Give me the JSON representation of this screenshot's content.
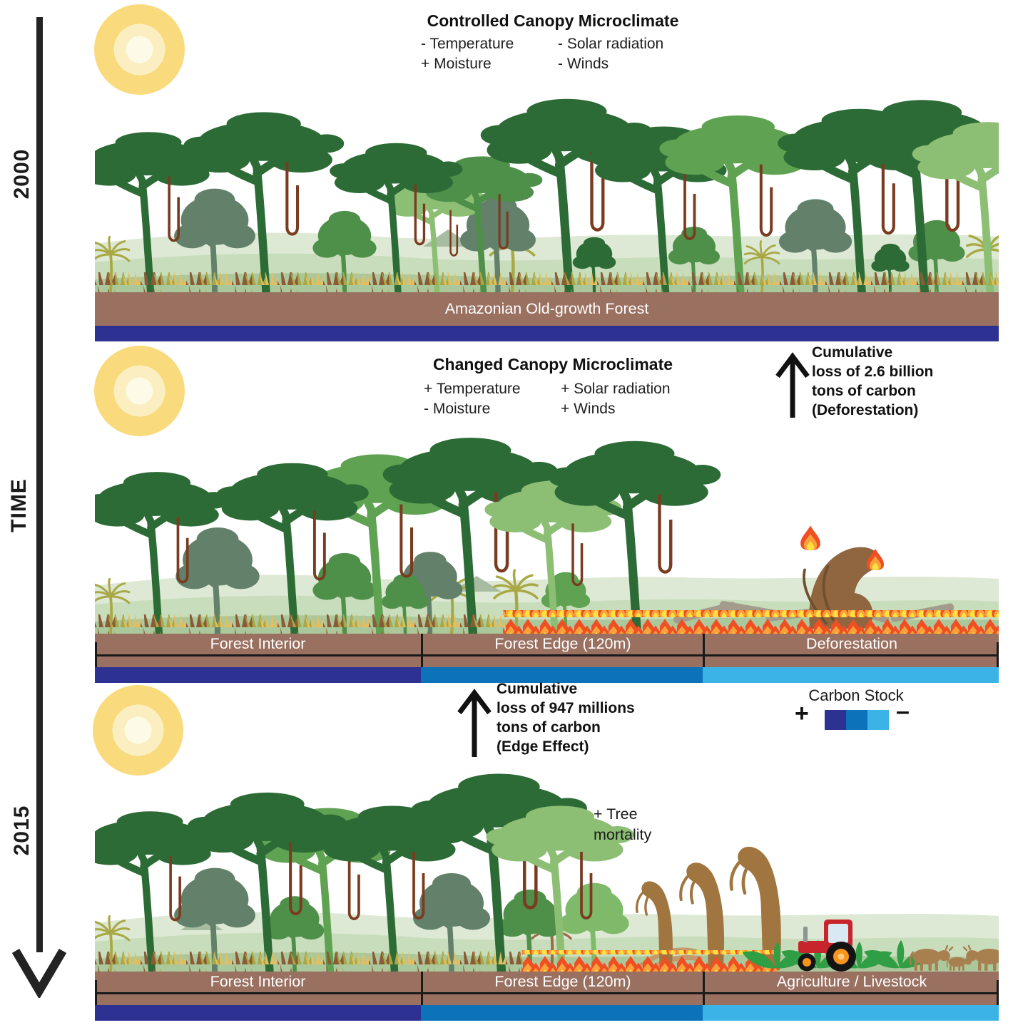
{
  "colors": {
    "carbon-high": "#2D3192",
    "carbon-mid": "#0C72BA",
    "carbon-low": "#3CB3E6",
    "ground-brown": "#9A7060"
  },
  "timeline": {
    "start_year": "2000",
    "axis_label": "TIME",
    "end_year": "2015"
  },
  "panel_2000": {
    "title": "Controlled Canopy Microclimate",
    "items": [
      "- Temperature",
      "- Solar radiation",
      "+ Moisture",
      "- Winds"
    ],
    "ground_label": "Amazonian Old-growth Forest"
  },
  "panel_middle": {
    "title": "Changed Canopy Microclimate",
    "items": [
      "+ Temperature",
      "+ Solar radiation",
      "- Moisture",
      "+ Winds"
    ],
    "deforestation_note": [
      "Cumulative",
      "loss of 2.6 billion",
      "tons of carbon",
      "(Deforestation)"
    ],
    "sections": [
      "Forest Interior",
      "Forest Edge (120m)",
      "Deforestation"
    ]
  },
  "edge_effect_note": [
    "Cumulative",
    "loss of 947 millions",
    "tons of carbon",
    "(Edge Effect)"
  ],
  "carbon_stock_legend": {
    "title": "Carbon Stock",
    "more_symbol": "+",
    "less_symbol": "–"
  },
  "panel_2015": {
    "tree_mortality_note": [
      "+ Tree",
      "mortality"
    ],
    "sections": [
      "Forest Interior",
      "Forest Edge (120m)",
      "Agriculture / Livestock"
    ]
  }
}
